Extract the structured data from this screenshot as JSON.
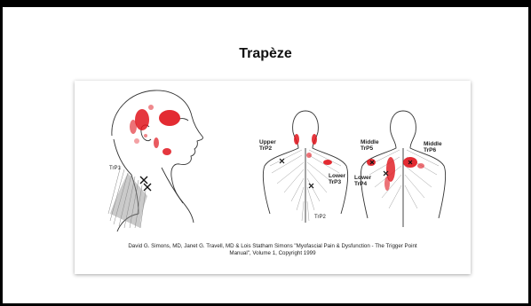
{
  "slide": {
    "title": "Trapèze",
    "figure": {
      "labels": {
        "trp1": "TrP1",
        "upper": "Upper",
        "trp2": "TrP2",
        "lower_trp3_word": "Lower",
        "trp3": "TrP3",
        "trp2_bottom": "TrP2",
        "middle_left": "Middle",
        "trp5": "TrP5",
        "middle_right": "Middle",
        "trp6": "TrP6",
        "lower_trp4_word": "Lower",
        "trp4": "TrP4"
      },
      "caption_line1": "David G. Simons, MD, Janet G. Travell, MD & Lois Statham Simons \"Myofascial Pain & Dysfunction - The Trigger Point",
      "caption_line2": "Manual\", Volume 1, Copyright 1999"
    },
    "colors": {
      "pain_red": "#e0141c",
      "outline": "#333333",
      "background": "#000000"
    }
  }
}
